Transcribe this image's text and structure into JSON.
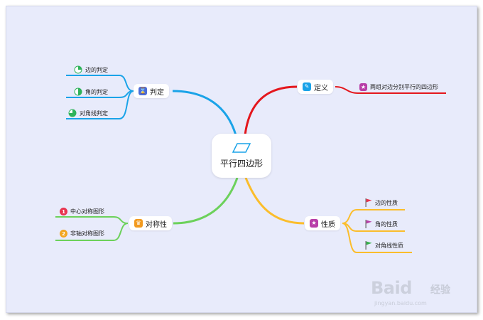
{
  "center": {
    "label": "平行四边形"
  },
  "branches": {
    "definition": {
      "label": "定义",
      "color": "#e4171d",
      "icon": "pencil-icon",
      "leaves": [
        {
          "label": "两组对边分别平行的四边形",
          "icon": "star-badge-icon",
          "color": "#b83ea8"
        }
      ]
    },
    "judgement": {
      "label": "判定",
      "color": "#1aa3e8",
      "icon": "hourglass-icon",
      "leaves": [
        {
          "label": "边的判定",
          "icon": "pie-quarter-icon"
        },
        {
          "label": "角的判定",
          "icon": "pie-half-icon"
        },
        {
          "label": "对角线判定",
          "icon": "pie-three-quarter-icon"
        }
      ]
    },
    "symmetry": {
      "label": "对称性",
      "color": "#6cd15b",
      "icon": "crown-icon",
      "leaves": [
        {
          "label": "中心对称图形",
          "marker": "1",
          "color": "#e8344f"
        },
        {
          "label": "非轴对称图形",
          "marker": "2",
          "color": "#f2a620"
        }
      ]
    },
    "property": {
      "label": "性质",
      "color": "#fbbd2b",
      "icon": "star-badge-icon",
      "leaves": [
        {
          "label": "边的性质",
          "icon": "flag-icon",
          "color": "#e8344f"
        },
        {
          "label": "角的性质",
          "icon": "flag-icon",
          "color": "#b83ea8"
        },
        {
          "label": "对角线性质",
          "icon": "flag-icon",
          "color": "#35b14a"
        }
      ]
    }
  },
  "watermark": {
    "brand": "Baid",
    "brand_suffix": "经验",
    "url": "jingyan.baidu.com"
  }
}
